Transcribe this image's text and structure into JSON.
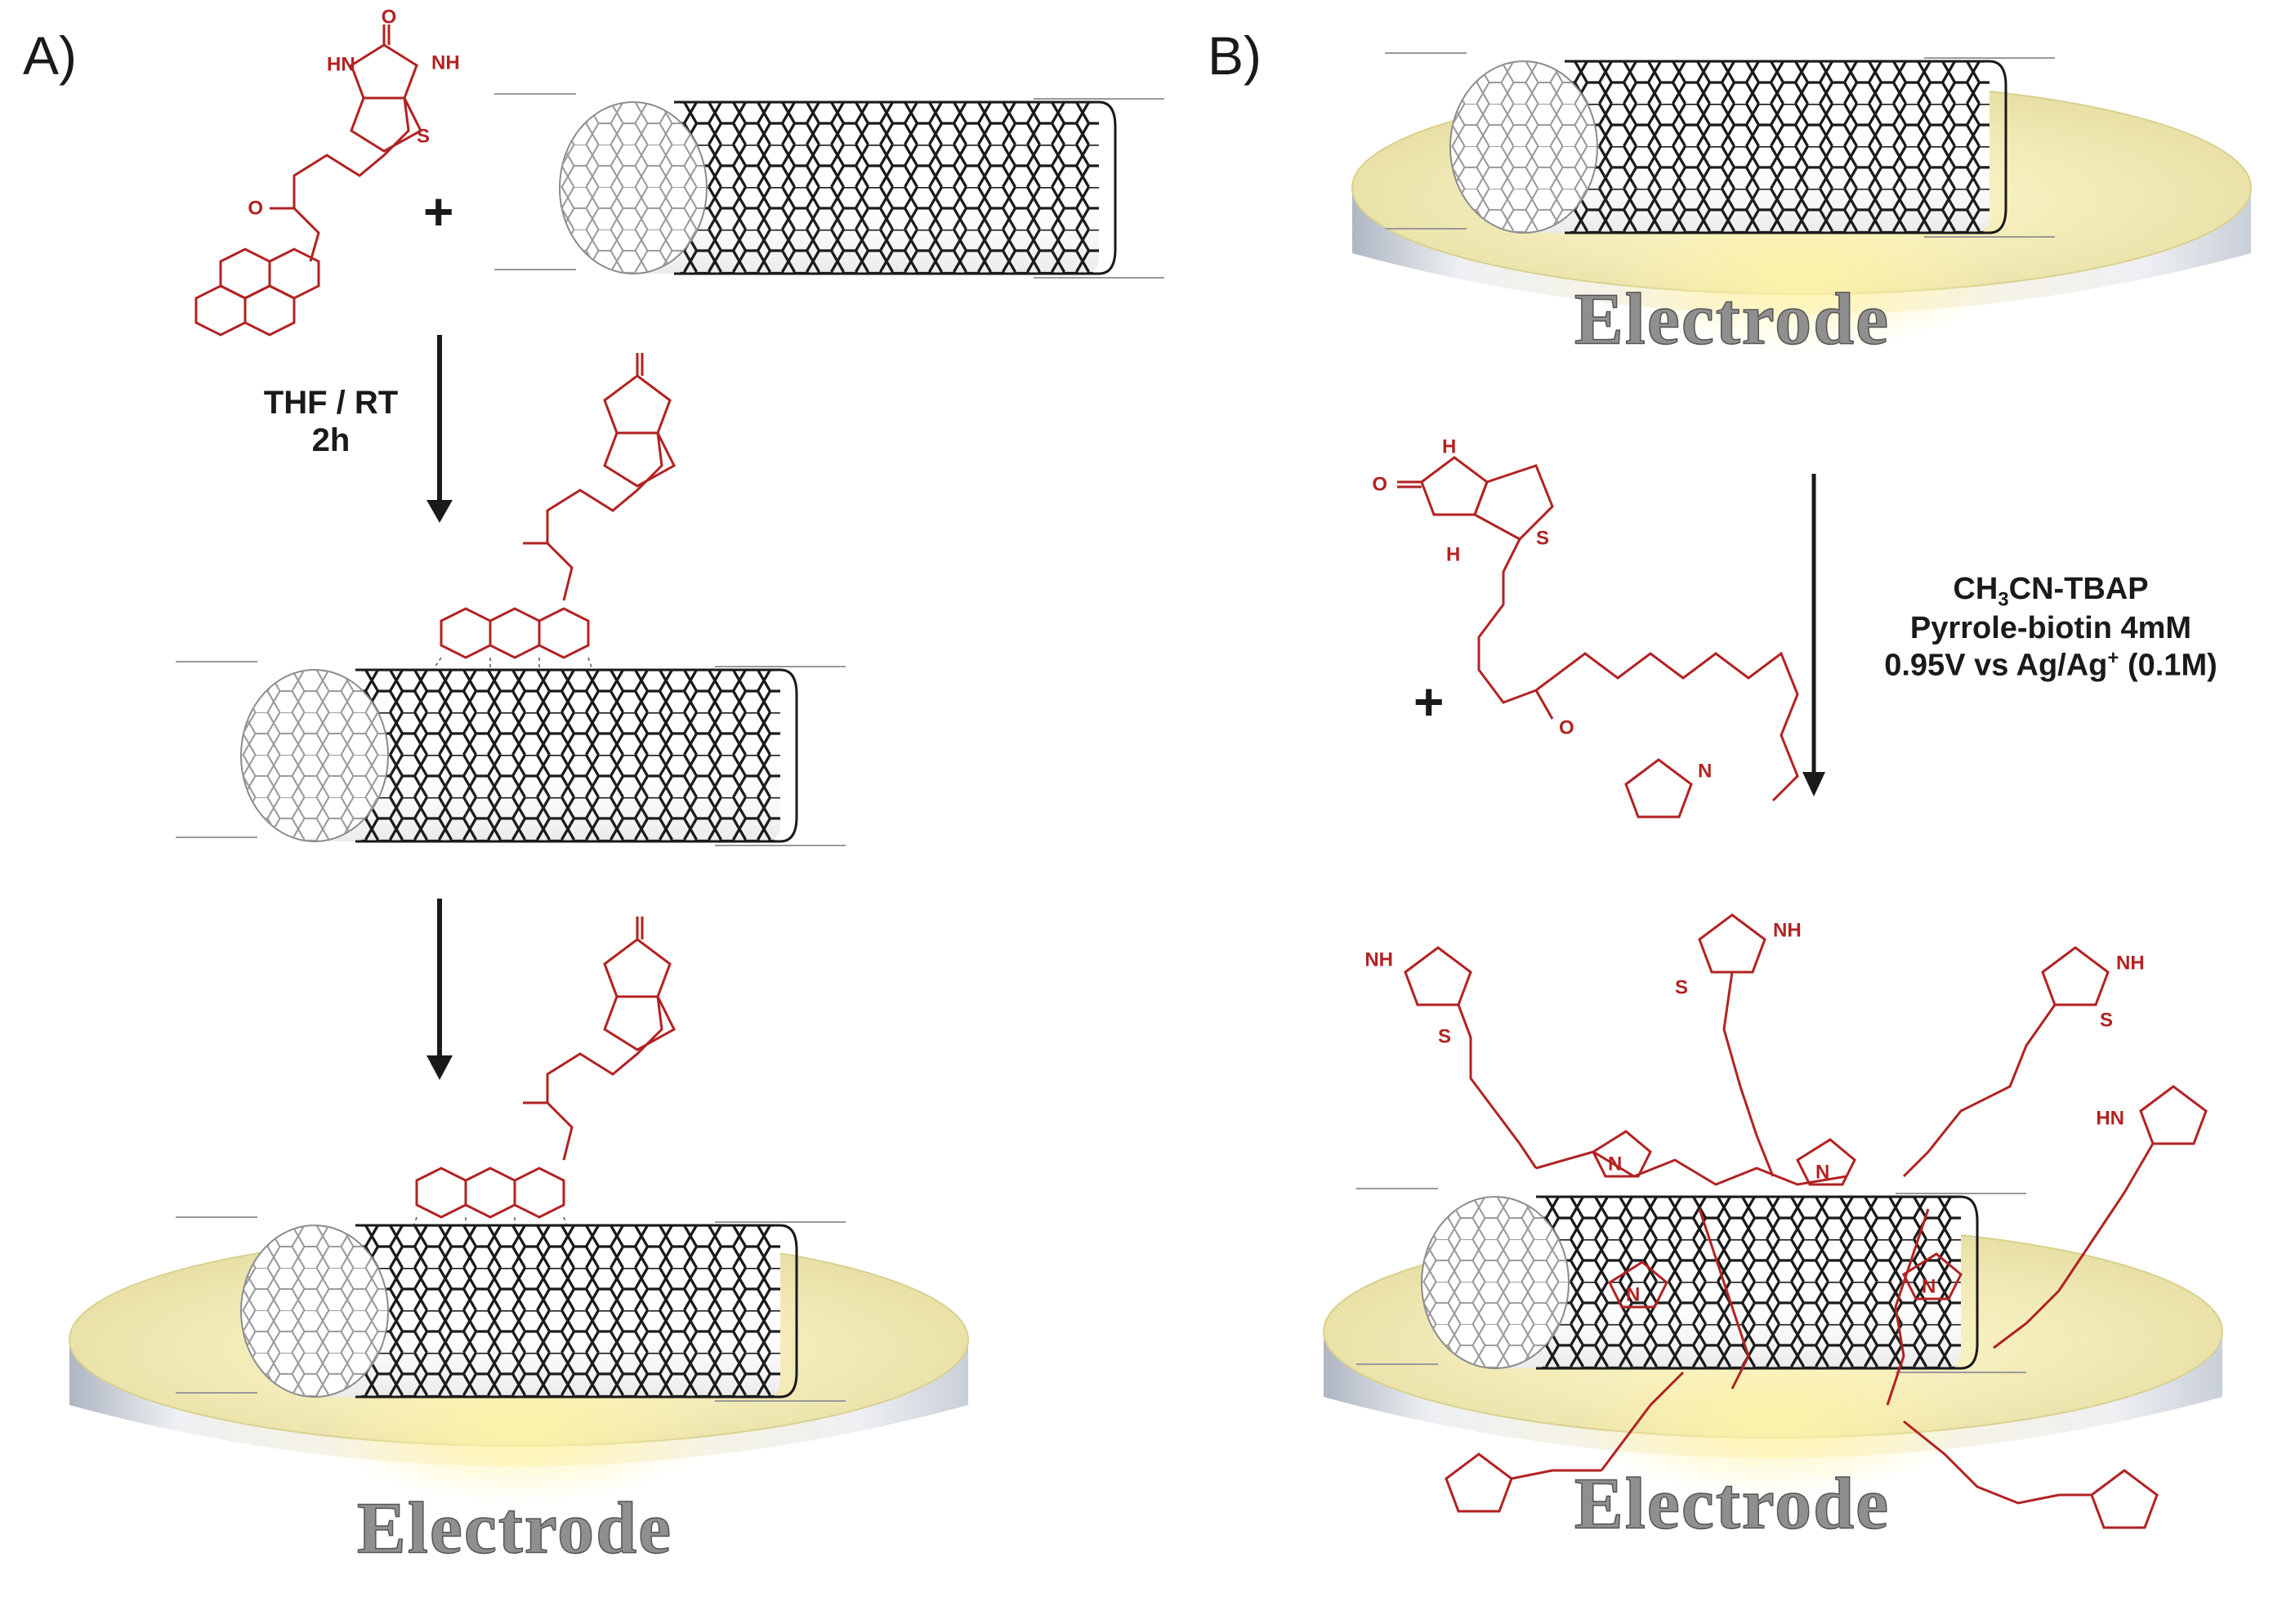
{
  "panels": {
    "a_label": "A)",
    "b_label": "B)"
  },
  "reaction_a": {
    "conditions_line1": "THF / RT",
    "conditions_line2": "2h",
    "plus": "+"
  },
  "reaction_b": {
    "conditions_line1": "CH3CN-TBAP",
    "conditions_line2": "Pyrrole-biotin 4mM",
    "conditions_line3": "0.95V vs Ag/Ag+ (0.1M)",
    "plus": "+"
  },
  "electrode_label": "Electrode",
  "atoms": {
    "nh": "NH",
    "hn": "HN",
    "h": "H",
    "s": "S",
    "o": "O",
    "n": "N"
  },
  "colors": {
    "molecule_red": "#b22222",
    "nanotube_black": "#1a1a1a",
    "electrode_gold": "#efe8b4",
    "electrode_edge": "#c8ccd2"
  }
}
